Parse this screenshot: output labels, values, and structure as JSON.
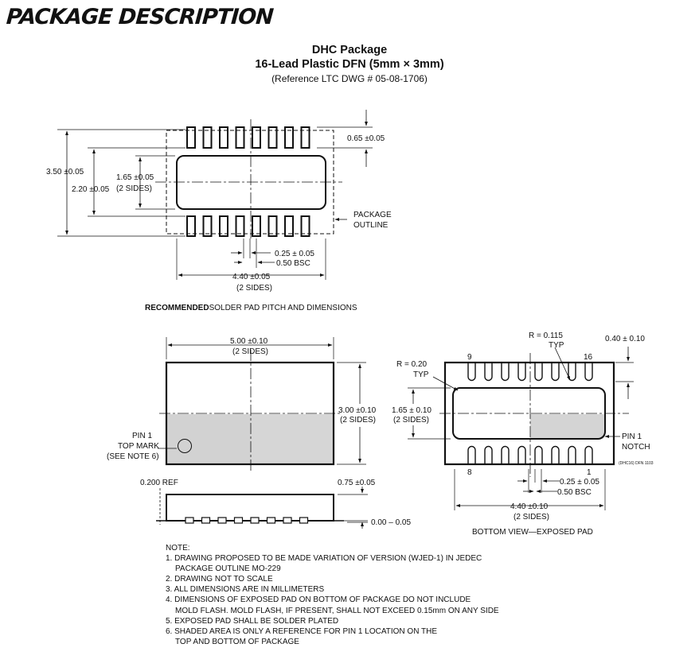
{
  "heading": "PACKAGE DESCRIPTION",
  "title": {
    "line1": "DHC Package",
    "line2": "16-Lead Plastic DFN (5mm × 3mm)",
    "line3": "(Reference LTC DWG # 05-08-1706)"
  },
  "solder_pad": {
    "dim_height": "3.50 ±0.05",
    "dim_inner": "2.20 ±0.05",
    "dim_pad_h": "1.65 ±0.05",
    "dim_pad_h_note": "(2 SIDES)",
    "dim_lead": "0.65 ±0.05",
    "outline_line1": "PACKAGE",
    "outline_line2": "OUTLINE",
    "dim_width_lead": "0.25 ± 0.05",
    "dim_pitch": "0.50 BSC",
    "dim_width": "4.40 ±0.05",
    "dim_width_note": "(2 SIDES)",
    "caption_bold": "RECOMMENDED",
    "caption_rest": " SOLDER PAD PITCH AND DIMENSIONS"
  },
  "top_view": {
    "dim_width": "5.00 ±0.10",
    "dim_width_note": "(2 SIDES)",
    "dim_height": "3.00 ±0.10",
    "dim_height_note": "(2 SIDES)",
    "pin1_l1": "PIN 1",
    "pin1_l2": "TOP MARK",
    "pin1_l3": "(SEE NOTE 6)"
  },
  "side_view": {
    "ref": "0.200 REF",
    "thickness": "0.75 ±0.05",
    "standoff": "0.00 – 0.05"
  },
  "bottom_view": {
    "radius_notch": "R = 0.115",
    "radius_notch_typ": "TYP",
    "radius_pad": "R = 0.20",
    "radius_pad_typ": "TYP",
    "dim_lead_len": "0.40 ± 0.10",
    "pin9": "9",
    "pin16": "16",
    "pin8": "8",
    "pin1": "1",
    "dim_pad_h": "1.65 ± 0.10",
    "dim_pad_h_note": "(2 SIDES)",
    "notch_l1": "PIN 1",
    "notch_l2": "NOTCH",
    "drawing_code": "(DHC16) DFN 1103",
    "dim_lead_w": "0.25 ± 0.05",
    "dim_pitch": "0.50 BSC",
    "dim_width": "4.40 ±0.10",
    "dim_width_note": "(2 SIDES)",
    "caption": "BOTTOM VIEW—EXPOSED PAD"
  },
  "notes": [
    "NOTE:",
    "1. DRAWING PROPOSED TO BE MADE VARIATION OF VERSION (WJED-1) IN JEDEC",
    "    PACKAGE OUTLINE MO-229",
    "2. DRAWING NOT TO SCALE",
    "3. ALL DIMENSIONS ARE IN MILLIMETERS",
    "4. DIMENSIONS OF EXPOSED PAD ON BOTTOM OF PACKAGE DO NOT INCLUDE",
    "    MOLD FLASH. MOLD FLASH, IF PRESENT, SHALL NOT EXCEED 0.15mm ON ANY SIDE",
    "5. EXPOSED PAD SHALL BE SOLDER PLATED",
    "6. SHADED AREA IS ONLY A REFERENCE FOR PIN 1 LOCATION ON THE",
    "    TOP AND BOTTOM OF PACKAGE"
  ]
}
